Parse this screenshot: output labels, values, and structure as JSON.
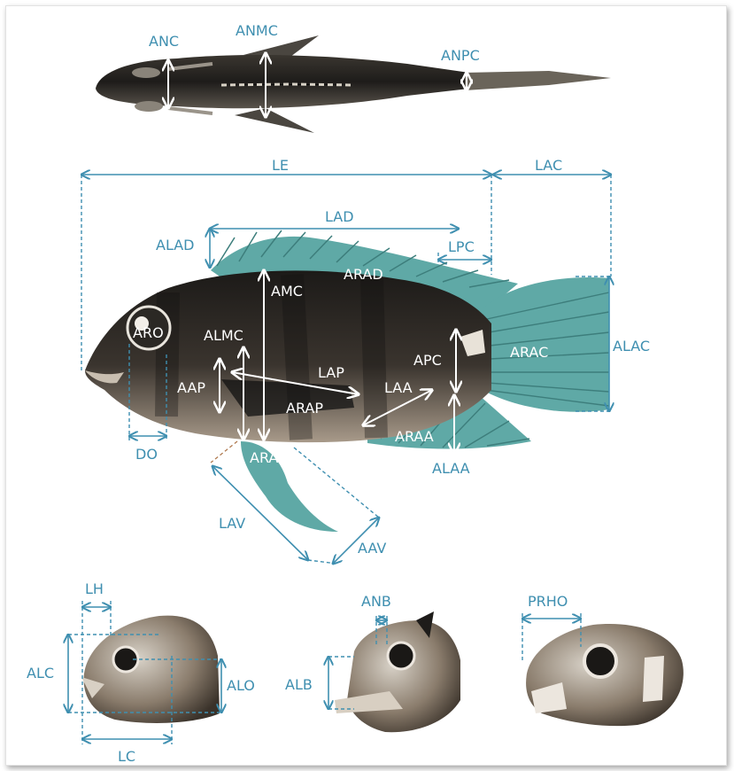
{
  "labels": {
    "anc": "ANC",
    "anmc": "ANMC",
    "anpc": "ANPC",
    "le": "LE",
    "lac": "LAC",
    "lad": "LAD",
    "alad": "ALAD",
    "lpc": "LPC",
    "arad": "ARAD",
    "amc": "AMC",
    "aro": "ARO",
    "almc": "ALMC",
    "lap": "LAP",
    "apc": "APC",
    "arac": "ARAC",
    "alac": "ALAC",
    "aap": "AAP",
    "laa": "LAA",
    "arap": "ARAP",
    "araa": "ARAA",
    "do": "DO",
    "arav": "ARAV",
    "alaa": "ALAA",
    "lav": "LAV",
    "aav": "AAV",
    "lh": "LH",
    "alc": "ALC",
    "alo": "ALO",
    "lc": "LC",
    "anb": "ANB",
    "alb": "ALB",
    "prho": "PRHO"
  },
  "colors": {
    "label_blue": "#3f8fb0",
    "fin_teal": "#5fa9a6",
    "body_dark": "#2a2622"
  }
}
